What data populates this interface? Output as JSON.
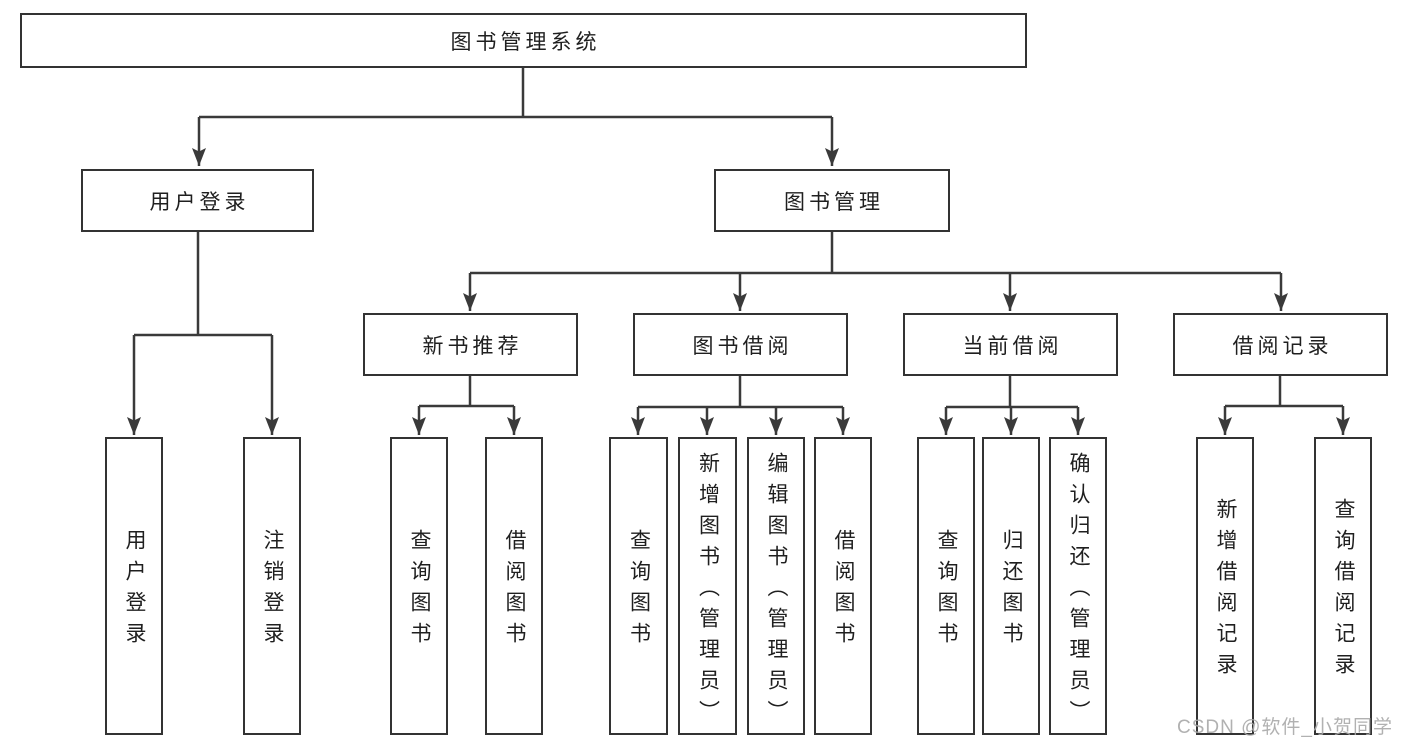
{
  "diagram_type": "functional-structure-tree",
  "tree": {
    "label": "图书管理系统",
    "children": [
      {
        "label": "用户登录",
        "children": [
          {
            "label": "用户登录"
          },
          {
            "label": "注销登录"
          }
        ]
      },
      {
        "label": "图书管理",
        "children": [
          {
            "label": "新书推荐",
            "children": [
              {
                "label": "查询图书"
              },
              {
                "label": "借阅图书"
              }
            ]
          },
          {
            "label": "图书借阅",
            "children": [
              {
                "label": "查询图书"
              },
              {
                "label": "新增图书（管理员）"
              },
              {
                "label": "编辑图书（管理员）"
              },
              {
                "label": "借阅图书"
              }
            ]
          },
          {
            "label": "当前借阅",
            "children": [
              {
                "label": "查询图书"
              },
              {
                "label": "归还图书"
              },
              {
                "label": "确认归还（管理员）"
              }
            ]
          },
          {
            "label": "借阅记录",
            "children": [
              {
                "label": "新增借阅记录"
              },
              {
                "label": "查询借阅记录"
              }
            ]
          }
        ]
      }
    ]
  },
  "watermark": {
    "text": "CSDN @软件_小贺同学"
  },
  "colors": {
    "background": "#ffffff",
    "box_border": "#333333",
    "connector_line": "#3a3a3a",
    "text": "#1f1f1f",
    "watermark": "#a9a9a9"
  }
}
